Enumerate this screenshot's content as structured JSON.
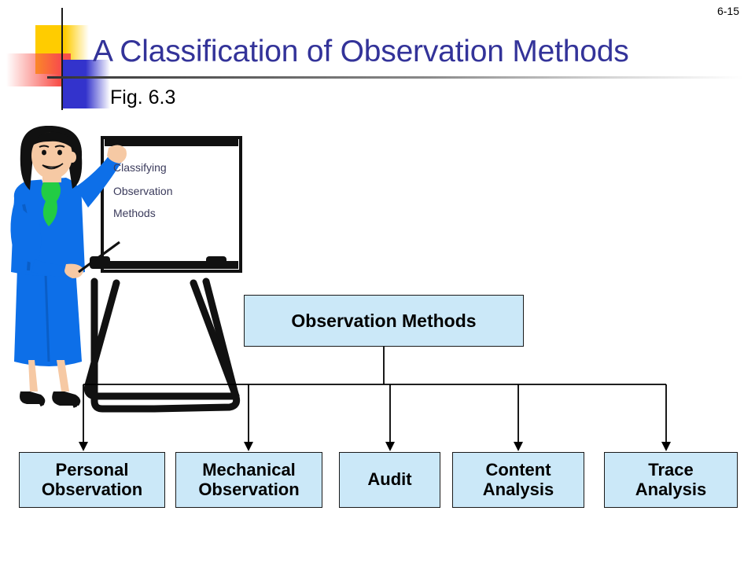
{
  "slide": {
    "page_number": "6-15",
    "title": "A Classification of Observation Methods",
    "figure_label": "Fig. 6.3"
  },
  "clipart": {
    "name": "woman-presenting-at-flipchart",
    "flipchart_lines": [
      "Classifying",
      "Observation",
      "Methods"
    ]
  },
  "diagram": {
    "root": {
      "label": "Observation Methods"
    },
    "children": [
      {
        "label": "Personal\nObservation",
        "line1": "Personal",
        "line2": "Observation"
      },
      {
        "label": "Mechanical\nObservation",
        "line1": "Mechanical",
        "line2": "Observation"
      },
      {
        "label": "Audit",
        "line1": "Audit",
        "line2": ""
      },
      {
        "label": "Content\nAnalysis",
        "line1": "Content",
        "line2": "Analysis"
      },
      {
        "label": "Trace\nAnalysis",
        "line1": "Trace",
        "line2": "Analysis"
      }
    ]
  },
  "colors": {
    "title": "#333399",
    "box_fill": "#cbe8f8",
    "box_border": "#1a1a1a",
    "deco_yellow": "#ffcc00",
    "deco_red": "#f8504a",
    "deco_blue": "#3333cc",
    "connector": "#000000"
  }
}
